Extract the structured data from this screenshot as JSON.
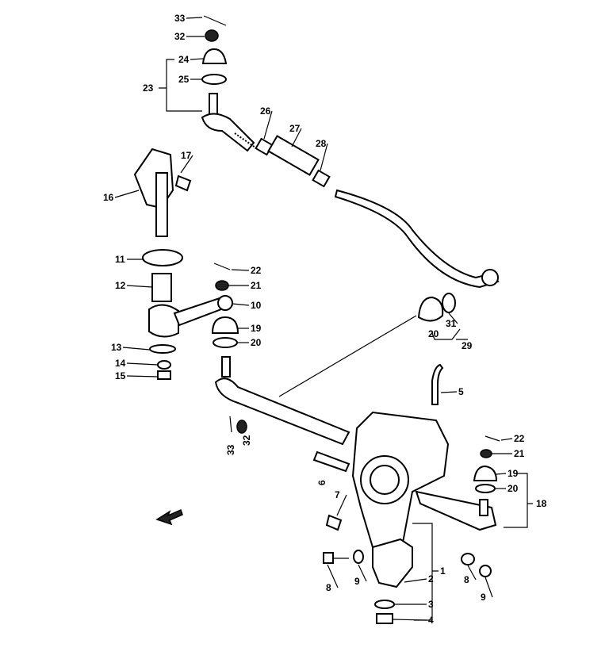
{
  "diagram": {
    "title": "Steering linkage and gear box exploded parts diagram",
    "callouts": [
      "33",
      "32",
      "24",
      "25",
      "23",
      "26",
      "27",
      "28",
      "17",
      "16",
      "11",
      "22",
      "12",
      "21",
      "10",
      "19",
      "20",
      "13",
      "14",
      "15",
      "31",
      "20",
      "29",
      "5",
      "32",
      "33",
      "6",
      "22",
      "21",
      "19",
      "20",
      "18",
      "7",
      "1",
      "2",
      "3",
      "4",
      "8",
      "9",
      "8",
      "9"
    ],
    "front_arrow": "front-arrow-icon"
  }
}
